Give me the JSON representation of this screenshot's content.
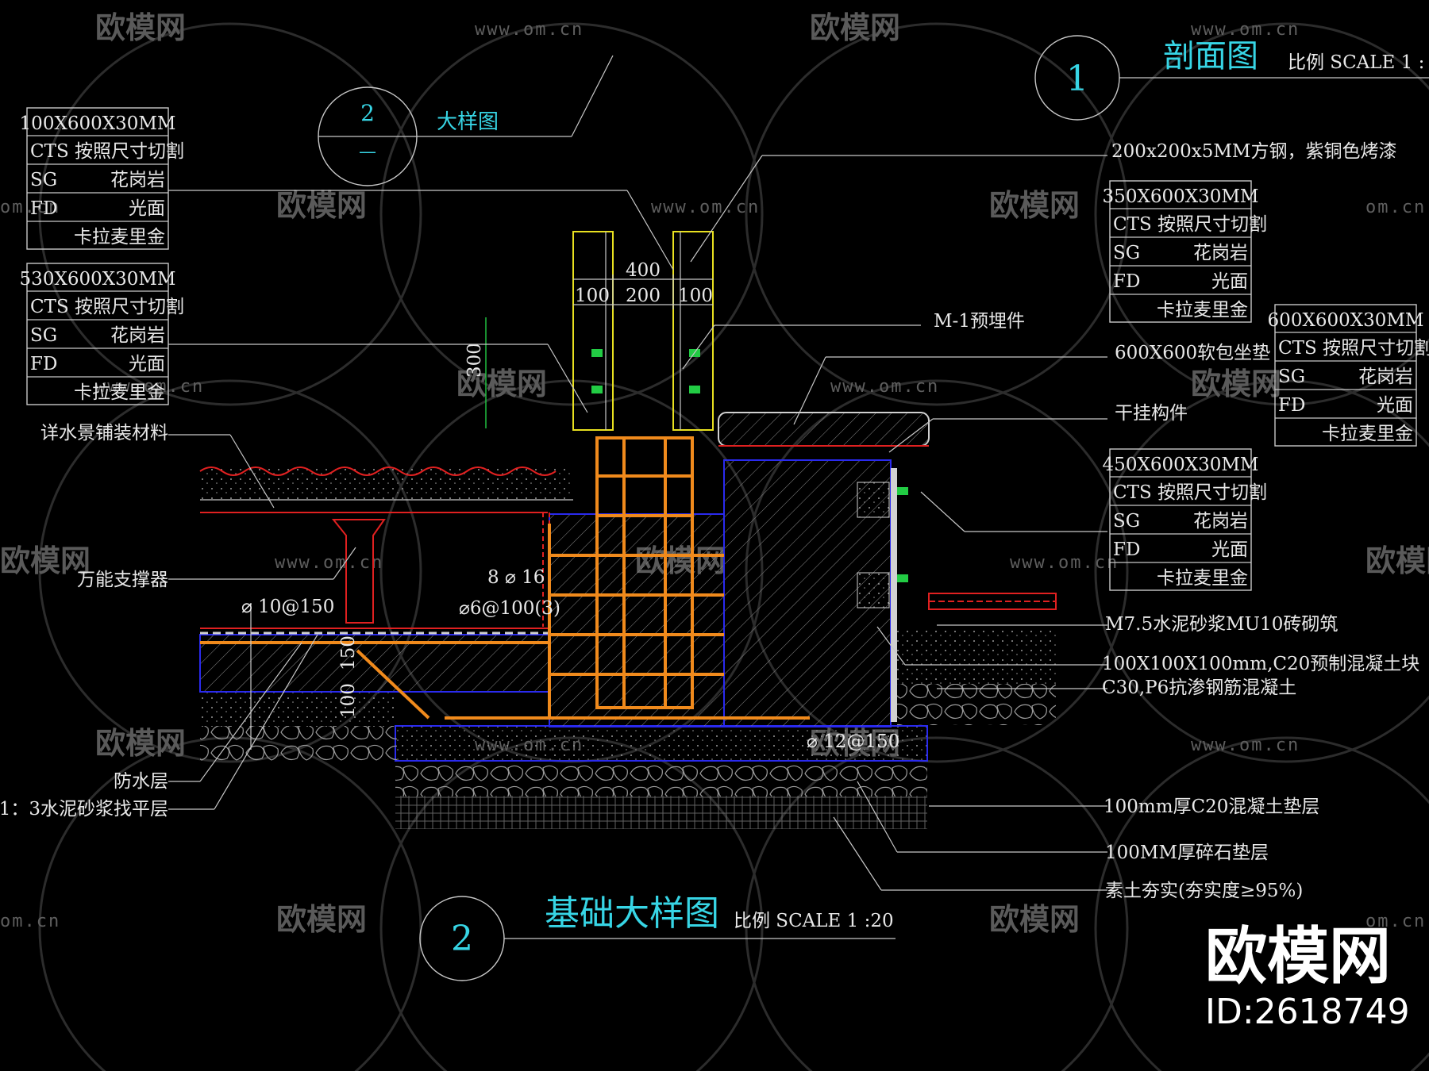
{
  "watermark": {
    "brand": "欧模网",
    "url": "www.om.cn",
    "url_short": "om.cn"
  },
  "brand_logo": {
    "name": "欧模网",
    "id": "ID:2618749"
  },
  "top_titles": {
    "detail_no": "2",
    "detail_sub": "—",
    "detail_label": "大样图",
    "section_no": "1",
    "section_title": "剖面图",
    "section_scale": "比例 SCALE 1 :"
  },
  "main_title": {
    "no": "2",
    "title": "基础大样图",
    "scale": "比例 SCALE 1 :20"
  },
  "spec_tables": [
    {
      "size": "100X600X30MM",
      "cts": "CTS 按照尺寸切割",
      "sg": "SG",
      "sg_val": "花岗岩",
      "fd": "FD",
      "fd_val": "光面",
      "finish": "卡拉麦里金"
    },
    {
      "size": "530X600X30MM",
      "cts": "CTS 按照尺寸切割",
      "sg": "SG",
      "sg_val": "花岗岩",
      "fd": "FD",
      "fd_val": "光面",
      "finish": "卡拉麦里金"
    },
    {
      "size": "350X600X30MM",
      "cts": "CTS 按照尺寸切割",
      "sg": "SG",
      "sg_val": "花岗岩",
      "fd": "FD",
      "fd_val": "光面",
      "finish": "卡拉麦里金"
    },
    {
      "size": "600X600X30MM",
      "cts": "CTS 按照尺寸切割",
      "sg": "SG",
      "sg_val": "花岗岩",
      "fd": "FD",
      "fd_val": "光面",
      "finish": "卡拉麦里金"
    },
    {
      "size": "450X600X30MM",
      "cts": "CTS 按照尺寸切割",
      "sg": "SG",
      "sg_val": "花岗岩",
      "fd": "FD",
      "fd_val": "光面",
      "finish": "卡拉麦里金"
    }
  ],
  "left_labels": {
    "paving": "详水景铺装材料",
    "support": "万能支撑器",
    "waterproof": "防水层",
    "mortar": "1：3水泥砂浆找平层"
  },
  "right_labels": {
    "steel": "200x200x5MM方钢，紫铜色烤漆",
    "embed": "M-1预埋件",
    "cushion": "600X600软包坐垫",
    "hang": "干挂构件",
    "brick": "M7.5水泥砂浆MU10砖砌筑",
    "block": "100X100X100mm,C20预制混凝土块",
    "concrete": "C30,P6抗渗钢筋混凝土",
    "c20": "100mm厚C20混凝土垫层",
    "gravel": "100MM厚碎石垫层",
    "soil": "素土夯实(夯实度≥95%)"
  },
  "dimensions": {
    "total": "400",
    "d1": "100",
    "d2": "200",
    "d3": "100",
    "h300": "300",
    "h150": "150",
    "h100": "100",
    "rebar1": "8 ⌀ 16",
    "rebar2": "⌀6@100(3)",
    "rebar3": "⌀ 10@150",
    "rebar4": "⌀ 12@150"
  }
}
